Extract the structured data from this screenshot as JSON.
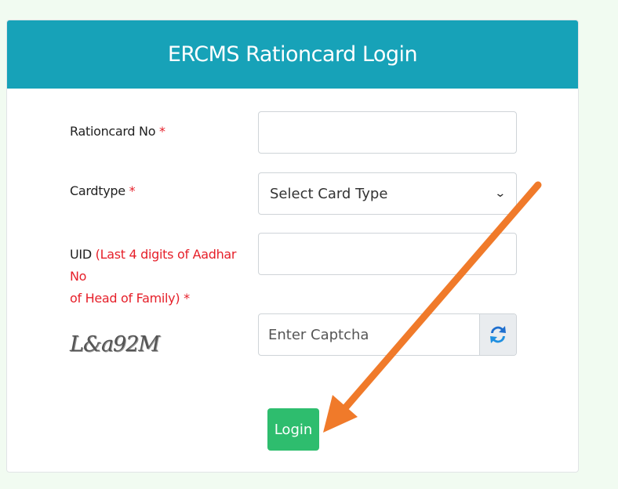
{
  "header": {
    "title": "ERCMS Rationcard Login"
  },
  "form": {
    "ration_label": "Rationcard No",
    "required_mark": "*",
    "ration_value": "",
    "cardtype_label": "Cardtype",
    "cardtype_selected": "Select Card Type",
    "uid_label": "UID",
    "uid_hint_line1": "(Last 4 digits of Aadhar No",
    "uid_hint_line2": "of Head of Family)",
    "uid_value": "",
    "captcha_text": "L&a92M",
    "captcha_placeholder": "Enter Captcha",
    "login_label": "Login"
  },
  "colors": {
    "header": "#17a2b8",
    "login_button": "#2ebd6e",
    "required": "#e6202a",
    "arrow": "#f07a2a"
  },
  "icons": {
    "refresh": "refresh-icon",
    "dropdown": "chevron-down-icon"
  }
}
